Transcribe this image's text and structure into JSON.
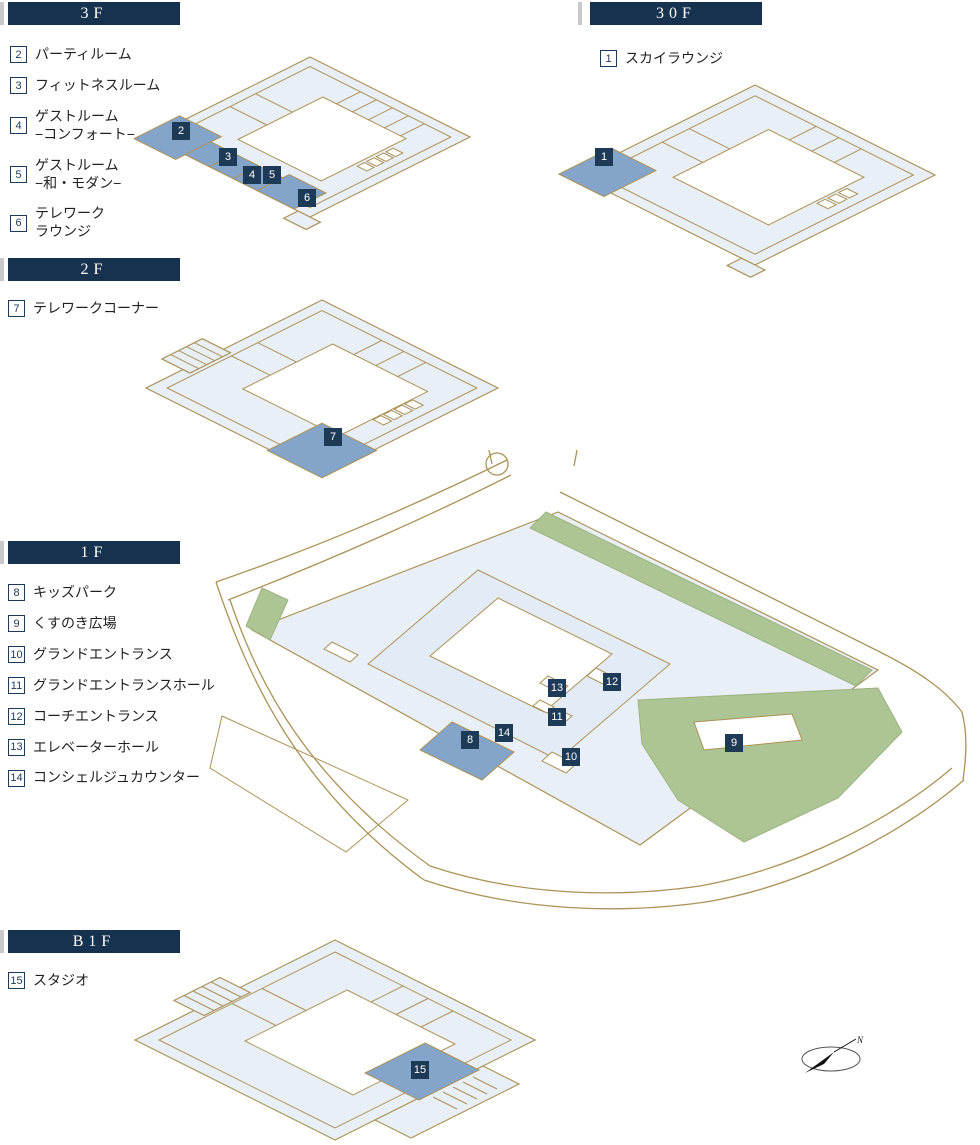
{
  "colors": {
    "header_bg": "#16324e",
    "header_text": "#ffffff",
    "tick_gray": "#c9c9c9",
    "legend_navy": "#1d3a57",
    "legend_text": "#1f1f1f",
    "marker_bg": "#1d3a57",
    "marker_text": "#ffffff",
    "plan_fill": "#e9eff7",
    "plan_stroke": "#ab9257",
    "highlight_fill": "#84a4ca",
    "green_fill": "#adc594",
    "green_stroke": "#9cb37f"
  },
  "sections": [
    {
      "id": "3f",
      "label": "3F",
      "items": [
        {
          "num": "2",
          "label": "パーティルーム"
        },
        {
          "num": "3",
          "label": "フィットネスルーム"
        },
        {
          "num": "4",
          "label": "ゲストルーム\n−コンフォート−"
        },
        {
          "num": "5",
          "label": "ゲストルーム\n−和・モダン−"
        },
        {
          "num": "6",
          "label": "テレワーク\nラウンジ"
        }
      ]
    },
    {
      "id": "30f",
      "label": "30F",
      "items": [
        {
          "num": "1",
          "label": "スカイラウンジ"
        }
      ]
    },
    {
      "id": "2f",
      "label": "2F",
      "items": [
        {
          "num": "7",
          "label": "テレワークコーナー"
        }
      ]
    },
    {
      "id": "1f",
      "label": "1F",
      "items": [
        {
          "num": "8",
          "label": "キッズパーク"
        },
        {
          "num": "9",
          "label": "くすのき広場"
        },
        {
          "num": "10",
          "label": "グランドエントランス"
        },
        {
          "num": "11",
          "label": "グランドエントランスホール"
        },
        {
          "num": "12",
          "label": "コーチエントランス"
        },
        {
          "num": "13",
          "label": "エレベーターホール"
        },
        {
          "num": "14",
          "label": "コンシェルジュカウンター"
        }
      ]
    },
    {
      "id": "b1f",
      "label": "B1F",
      "items": [
        {
          "num": "15",
          "label": "スタジオ"
        }
      ]
    }
  ],
  "compass": {
    "label": "N"
  }
}
